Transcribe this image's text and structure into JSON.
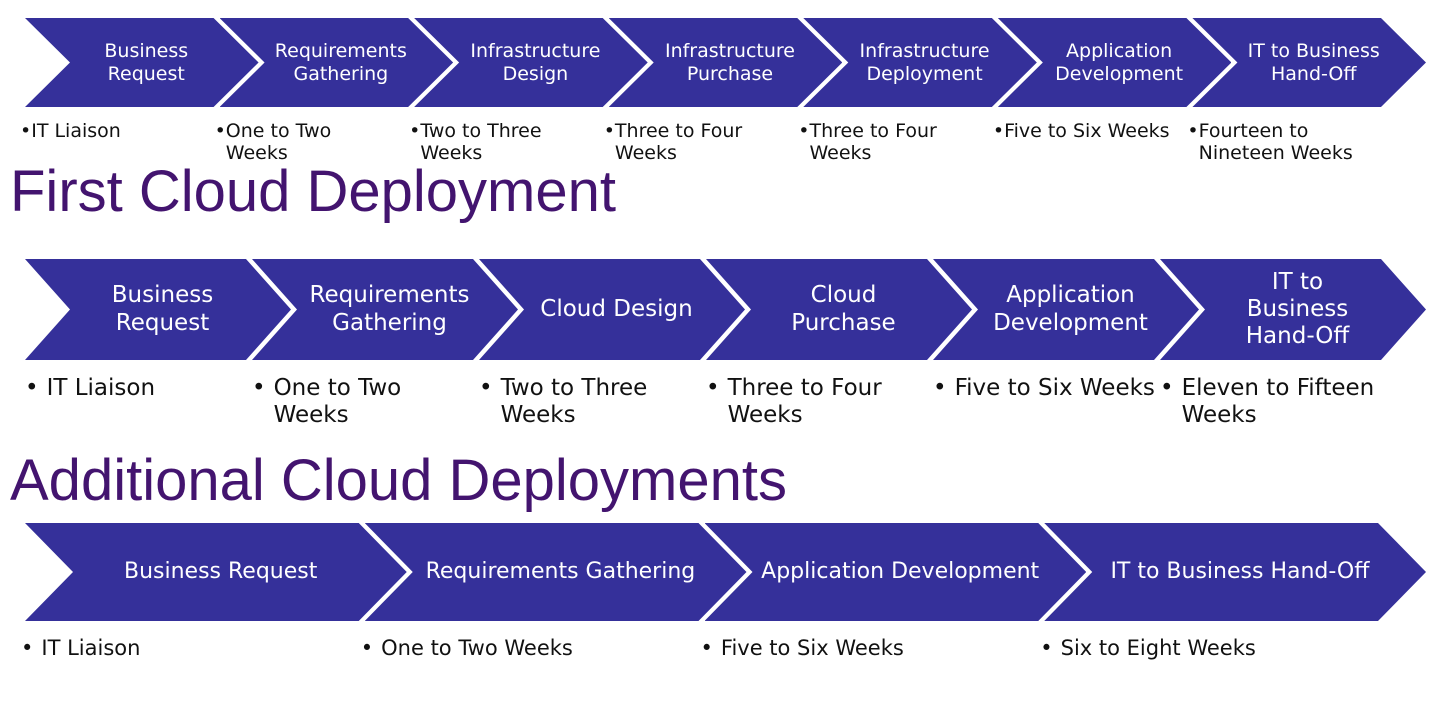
{
  "rows": [
    {
      "heading": "",
      "steps": [
        {
          "label": "Business\nRequest",
          "duration": "IT Liaison"
        },
        {
          "label": "Requirements\nGathering",
          "duration": "One to Two\nWeeks"
        },
        {
          "label": "Infrastructure\nDesign",
          "duration": "Two to Three\nWeeks"
        },
        {
          "label": "Infrastructure\nPurchase",
          "duration": "Three to Four\nWeeks"
        },
        {
          "label": "Infrastructure\nDeployment",
          "duration": "Three to Four\nWeeks"
        },
        {
          "label": "Application\nDevelopment",
          "duration": "Five to Six Weeks"
        },
        {
          "label": "IT to Business\nHand-Off",
          "duration": "Fourteen to\nNineteen Weeks"
        }
      ]
    },
    {
      "heading": "First Cloud Deployment",
      "steps": [
        {
          "label": "Business\nRequest",
          "duration": "IT Liaison"
        },
        {
          "label": "Requirements\nGathering",
          "duration": "One to Two\nWeeks"
        },
        {
          "label": "Cloud Design",
          "duration": "Two to Three\nWeeks"
        },
        {
          "label": "Cloud\nPurchase",
          "duration": "Three to Four\nWeeks"
        },
        {
          "label": "Application\nDevelopment",
          "duration": "Five to Six Weeks"
        },
        {
          "label": "IT to\nBusiness\nHand-Off",
          "duration": "Eleven to Fifteen\nWeeks"
        }
      ]
    },
    {
      "heading": "Additional Cloud Deployments",
      "steps": [
        {
          "label": "Business Request",
          "duration": "IT Liaison"
        },
        {
          "label": "Requirements Gathering",
          "duration": "One to Two Weeks"
        },
        {
          "label": "Application Development",
          "duration": "Five to Six Weeks"
        },
        {
          "label": "IT to Business Hand-Off",
          "duration": "Six to Eight Weeks"
        }
      ]
    }
  ],
  "colors": {
    "chevron": "#35309a",
    "heading": "#43146f",
    "text": "#111111"
  },
  "bullet": "•"
}
